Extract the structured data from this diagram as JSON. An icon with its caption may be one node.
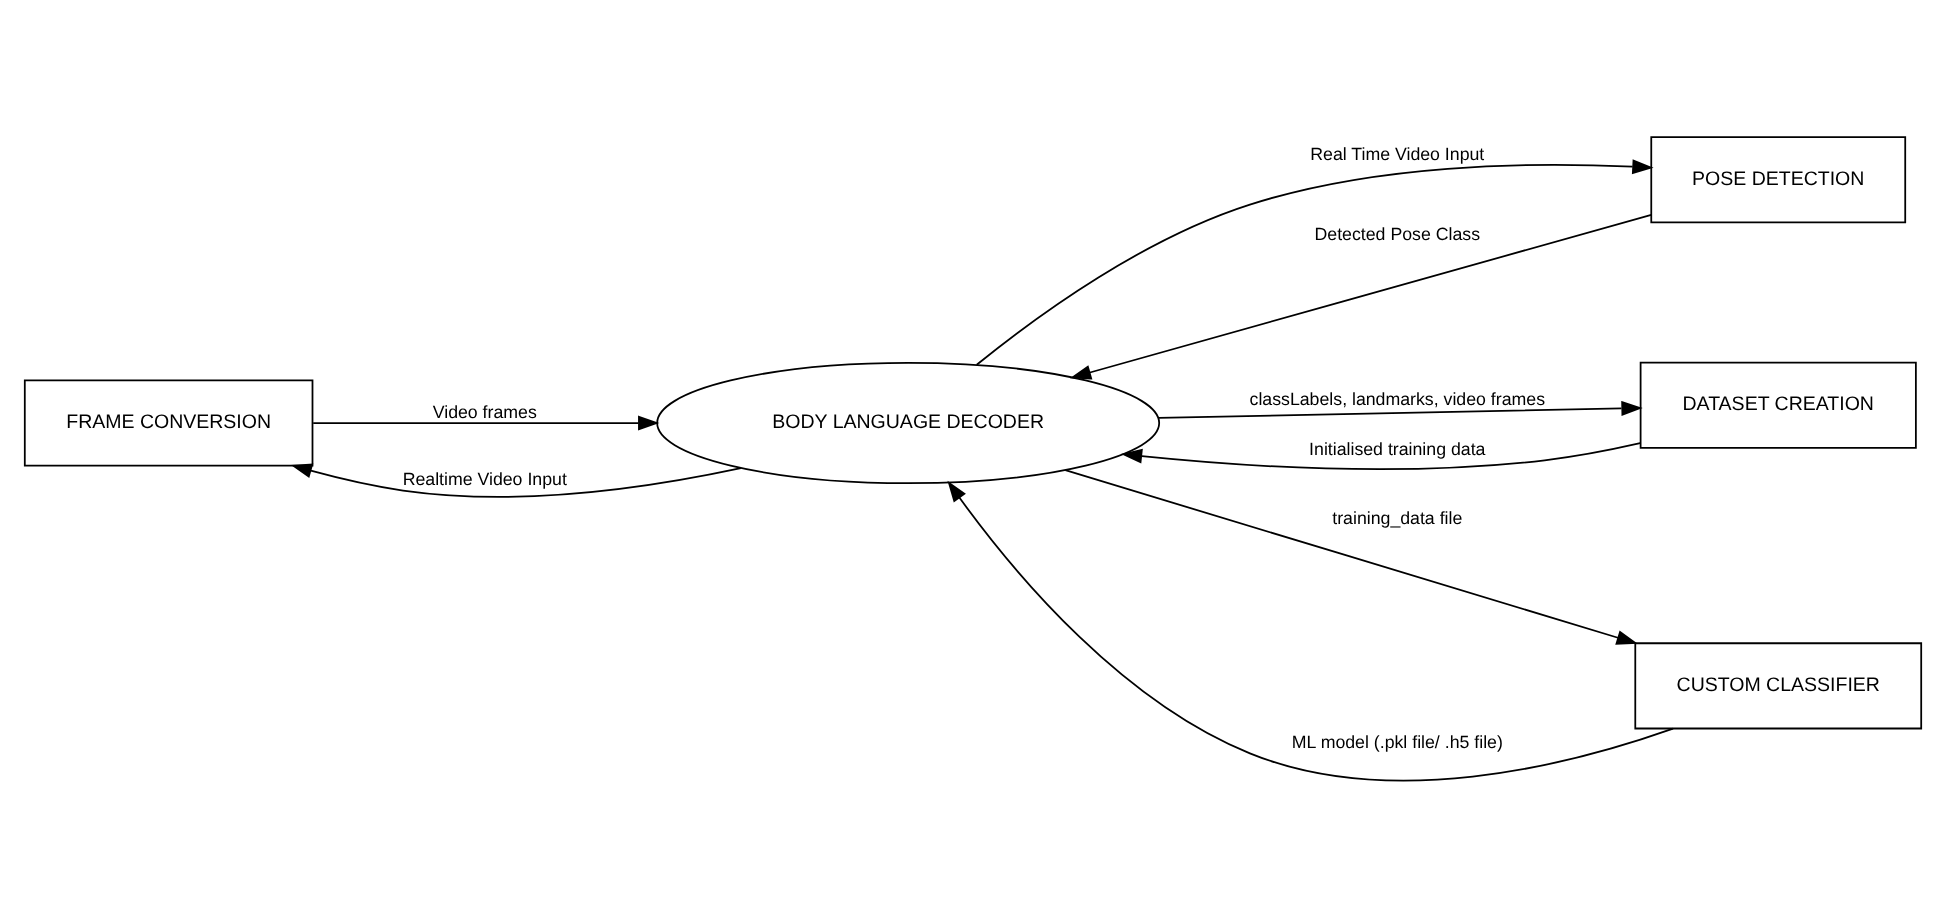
{
  "diagram": {
    "nodes": [
      {
        "text": [
          "FRAME CONVERSION"
        ]
      },
      {
        "text": [
          "POSE DETECTION"
        ]
      },
      {
        "text": [
          "BODY LANGUAGE DECODER"
        ]
      },
      {
        "text": [
          "DATASET CREATION"
        ]
      },
      {
        "text": [
          "CUSTOM CLASSIFIER"
        ]
      }
    ],
    "edges": [
      {
        "from": 2,
        "to": 0,
        "arrow": "to",
        "label": "Realtime Video Input"
      },
      {
        "from": 0,
        "to": 2,
        "arrow": "to",
        "label": "Video frames"
      },
      {
        "from": 1,
        "to": 2,
        "arrow": "to",
        "label": "Detected Pose Class"
      },
      {
        "from": 2,
        "to": 1,
        "arrow": "to",
        "label": "Real Time Video Input"
      },
      {
        "from": 2,
        "to": 3,
        "arrow": "to",
        "label": "classLabels, landmarks, video frames"
      },
      {
        "from": 3,
        "to": 2,
        "arrow": "to",
        "label": "Initialised training data"
      },
      {
        "from": 4,
        "to": 2,
        "arrow": "to",
        "label": "ML model (.pkl file/ .h5 file)"
      },
      {
        "from": 2,
        "to": 4,
        "arrow": "to",
        "label": "training_data file"
      }
    ]
  }
}
